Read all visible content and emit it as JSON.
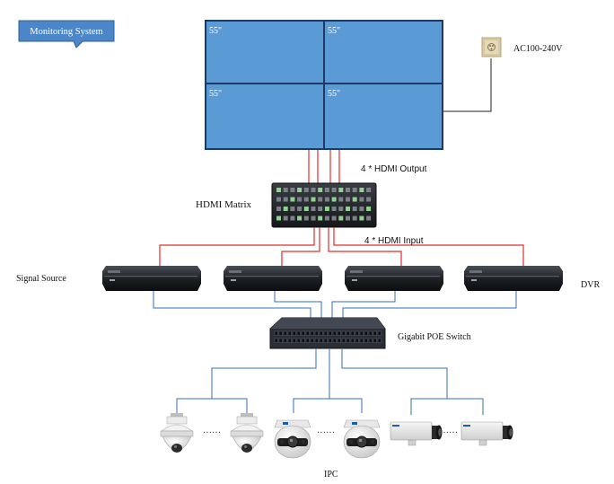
{
  "title_badge": "Monitoring System",
  "video_wall": {
    "panels": [
      "55\"",
      "55\"",
      "55\"",
      "55\""
    ]
  },
  "power": {
    "label": "AC100-240V"
  },
  "matrix": {
    "label": "HDMI Matrix",
    "output_label": "4 * HDMI Output",
    "input_label": "4 * HDMI Input"
  },
  "dvr_row": {
    "left_label": "Signal Source",
    "right_label": "DVR"
  },
  "switch": {
    "label": "Gigabit POE Switch"
  },
  "cameras": {
    "label": "IPC",
    "ellipsis": "……"
  },
  "colors": {
    "panel_fill": "#5b9bd5",
    "panel_border": "#1f3864",
    "badge_fill": "#4a86c8",
    "hdmi_line": "#e0302a",
    "net_line": "#2f6fba"
  }
}
